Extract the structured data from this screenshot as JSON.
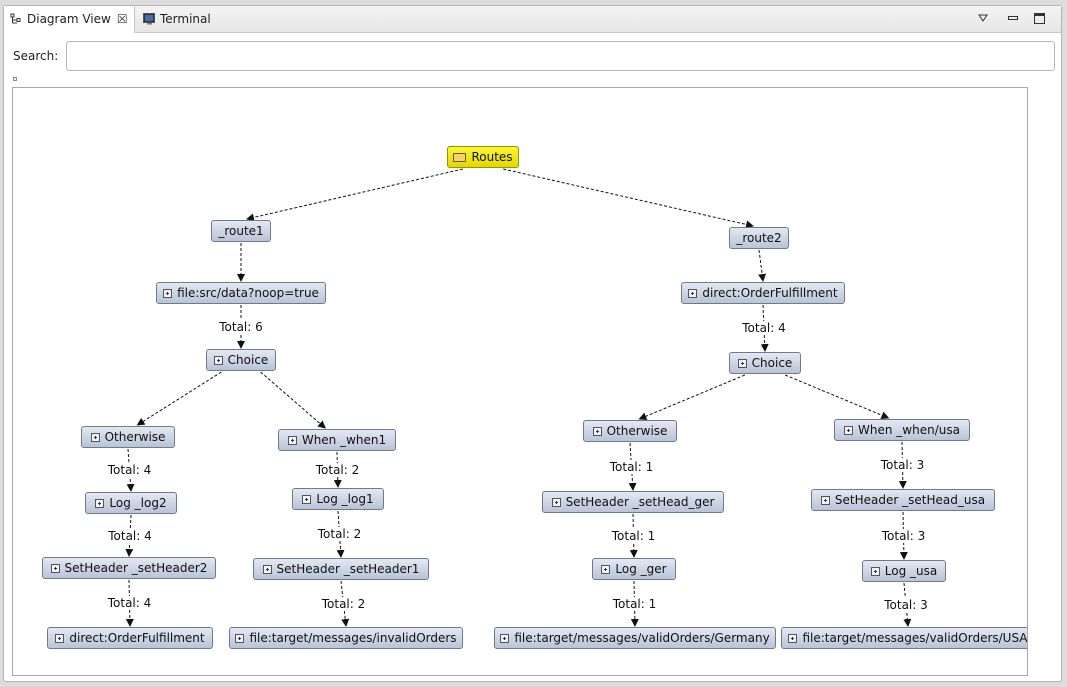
{
  "tabs": [
    {
      "label": "Diagram View",
      "icon": "diagram-view-icon",
      "active": true,
      "closable": true
    },
    {
      "label": "Terminal",
      "icon": "terminal-icon",
      "active": false,
      "closable": false
    }
  ],
  "window_controls": {
    "menu": "view-menu-icon",
    "minimize": "minimize-icon",
    "maximize": "maximize-icon"
  },
  "search": {
    "label": "Search:",
    "value": "",
    "placeholder": ""
  },
  "diagram": {
    "nodes": [
      {
        "id": "routes",
        "label": "Routes",
        "icon": "folder-icon",
        "kind": "root"
      },
      {
        "id": "route1",
        "label": "_route1",
        "icon": "",
        "kind": "route"
      },
      {
        "id": "file1",
        "label": "file:src/data?noop=true",
        "icon": "endpoint-icon"
      },
      {
        "id": "choice1",
        "label": "Choice",
        "icon": "endpoint-icon"
      },
      {
        "id": "otherwise1",
        "label": "Otherwise",
        "icon": "endpoint-icon"
      },
      {
        "id": "when1",
        "label": "When _when1",
        "icon": "endpoint-icon"
      },
      {
        "id": "log2",
        "label": "Log _log2",
        "icon": "endpoint-icon"
      },
      {
        "id": "log1",
        "label": "Log _log1",
        "icon": "endpoint-icon"
      },
      {
        "id": "sethdr2",
        "label": "SetHeader _setHeader2",
        "icon": "endpoint-icon"
      },
      {
        "id": "sethdr1",
        "label": "SetHeader _setHeader1",
        "icon": "endpoint-icon"
      },
      {
        "id": "directof1",
        "label": "direct:OrderFulfillment",
        "icon": "endpoint-icon"
      },
      {
        "id": "invalid",
        "label": "file:target/messages/invalidOrders",
        "icon": "endpoint-icon"
      },
      {
        "id": "route2",
        "label": "_route2",
        "icon": "",
        "kind": "route"
      },
      {
        "id": "directof2",
        "label": "direct:OrderFulfillment",
        "icon": "endpoint-icon"
      },
      {
        "id": "choice2",
        "label": "Choice",
        "icon": "endpoint-icon"
      },
      {
        "id": "otherwise2",
        "label": "Otherwise",
        "icon": "endpoint-icon"
      },
      {
        "id": "whenusa",
        "label": "When _when/usa",
        "icon": "endpoint-icon"
      },
      {
        "id": "sethger",
        "label": "SetHeader _setHead_ger",
        "icon": "endpoint-icon"
      },
      {
        "id": "sethusa",
        "label": "SetHeader _setHead_usa",
        "icon": "endpoint-icon"
      },
      {
        "id": "logger",
        "label": "Log _ger",
        "icon": "endpoint-icon"
      },
      {
        "id": "logusa",
        "label": "Log _usa",
        "icon": "endpoint-icon"
      },
      {
        "id": "germany",
        "label": "file:target/messages/validOrders/Germany",
        "icon": "endpoint-icon"
      },
      {
        "id": "usa",
        "label": "file:target/messages/validOrders/USA",
        "icon": "endpoint-icon"
      }
    ],
    "edges": [
      {
        "from": "routes",
        "to": "route1",
        "label": ""
      },
      {
        "from": "routes",
        "to": "route2",
        "label": ""
      },
      {
        "from": "route1",
        "to": "file1",
        "label": ""
      },
      {
        "from": "file1",
        "to": "choice1",
        "label": "Total: 6"
      },
      {
        "from": "choice1",
        "to": "otherwise1",
        "label": ""
      },
      {
        "from": "choice1",
        "to": "when1",
        "label": ""
      },
      {
        "from": "otherwise1",
        "to": "log2",
        "label": "Total: 4"
      },
      {
        "from": "log2",
        "to": "sethdr2",
        "label": "Total: 4"
      },
      {
        "from": "sethdr2",
        "to": "directof1",
        "label": "Total: 4"
      },
      {
        "from": "when1",
        "to": "log1",
        "label": "Total: 2"
      },
      {
        "from": "log1",
        "to": "sethdr1",
        "label": "Total: 2"
      },
      {
        "from": "sethdr1",
        "to": "invalid",
        "label": "Total: 2"
      },
      {
        "from": "route2",
        "to": "directof2",
        "label": ""
      },
      {
        "from": "directof2",
        "to": "choice2",
        "label": "Total: 4"
      },
      {
        "from": "choice2",
        "to": "otherwise2",
        "label": ""
      },
      {
        "from": "choice2",
        "to": "whenusa",
        "label": ""
      },
      {
        "from": "otherwise2",
        "to": "sethger",
        "label": "Total: 1"
      },
      {
        "from": "sethger",
        "to": "logger",
        "label": "Total: 1"
      },
      {
        "from": "logger",
        "to": "germany",
        "label": "Total: 1"
      },
      {
        "from": "whenusa",
        "to": "sethusa",
        "label": "Total: 3"
      },
      {
        "from": "sethusa",
        "to": "logusa",
        "label": "Total: 3"
      },
      {
        "from": "logusa",
        "to": "usa",
        "label": "Total: 3"
      }
    ]
  }
}
